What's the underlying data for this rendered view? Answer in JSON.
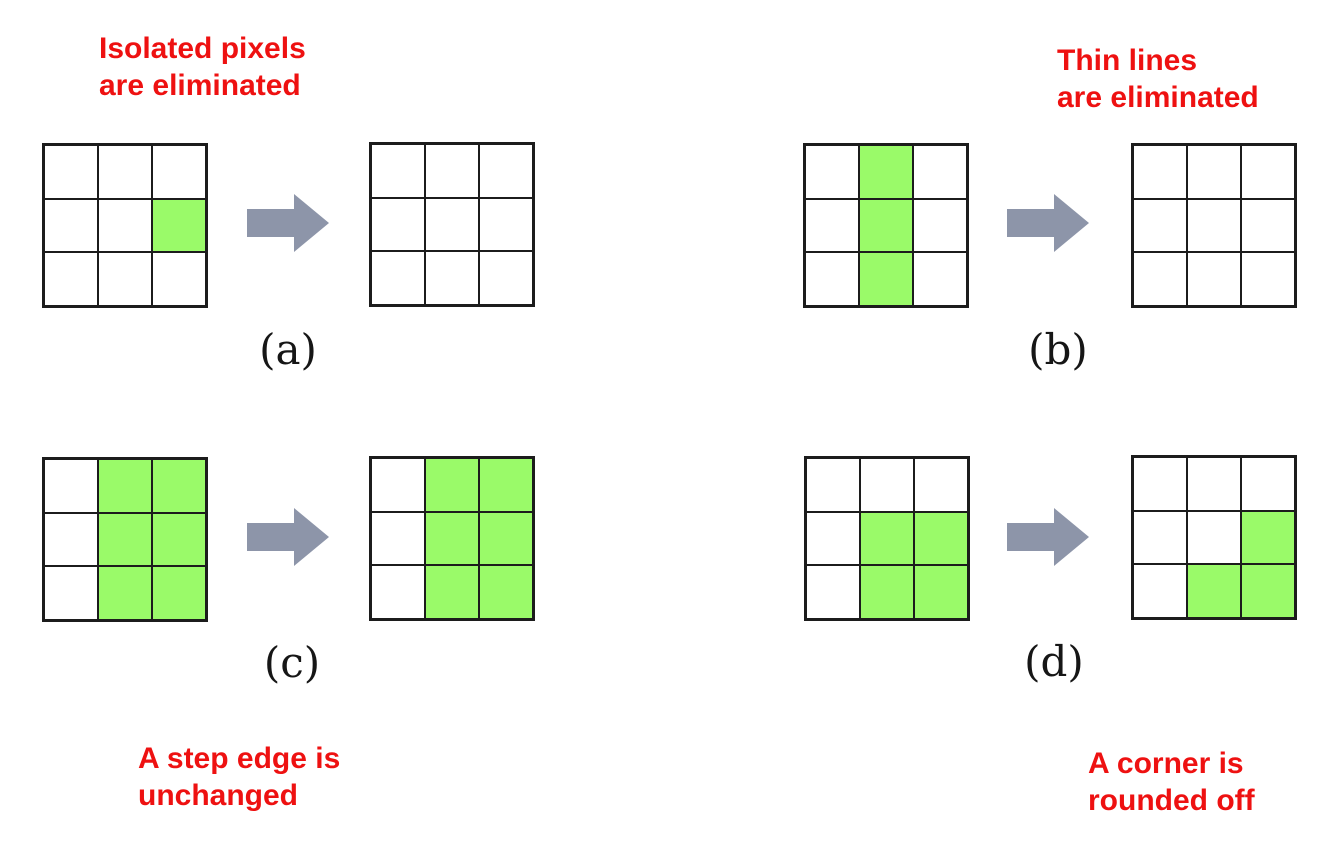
{
  "colors": {
    "cell_on": "#9AFA69",
    "cell_off": "#FFFFFF",
    "grid_line": "#1C1C1C",
    "arrow": "#8D95A9",
    "caption": "#EE1111"
  },
  "panels": [
    {
      "id": "a",
      "label": "(a)",
      "caption_lines": [
        "Isolated pixels",
        "are eliminated"
      ],
      "before": [
        [
          0,
          0,
          0
        ],
        [
          0,
          0,
          1
        ],
        [
          0,
          0,
          0
        ]
      ],
      "after": [
        [
          0,
          0,
          0
        ],
        [
          0,
          0,
          0
        ],
        [
          0,
          0,
          0
        ]
      ]
    },
    {
      "id": "b",
      "label": "(b)",
      "caption_lines": [
        "Thin lines",
        "are eliminated"
      ],
      "before": [
        [
          0,
          1,
          0
        ],
        [
          0,
          1,
          0
        ],
        [
          0,
          1,
          0
        ]
      ],
      "after": [
        [
          0,
          0,
          0
        ],
        [
          0,
          0,
          0
        ],
        [
          0,
          0,
          0
        ]
      ]
    },
    {
      "id": "c",
      "label": "(c)",
      "caption_lines": [
        "A step edge is",
        "unchanged"
      ],
      "before": [
        [
          0,
          1,
          1
        ],
        [
          0,
          1,
          1
        ],
        [
          0,
          1,
          1
        ]
      ],
      "after": [
        [
          0,
          1,
          1
        ],
        [
          0,
          1,
          1
        ],
        [
          0,
          1,
          1
        ]
      ]
    },
    {
      "id": "d",
      "label": "(d)",
      "caption_lines": [
        "A corner is",
        "rounded off"
      ],
      "before": [
        [
          0,
          0,
          0
        ],
        [
          0,
          1,
          1
        ],
        [
          0,
          1,
          1
        ]
      ],
      "after": [
        [
          0,
          0,
          0
        ],
        [
          0,
          0,
          1
        ],
        [
          0,
          1,
          1
        ]
      ]
    }
  ]
}
